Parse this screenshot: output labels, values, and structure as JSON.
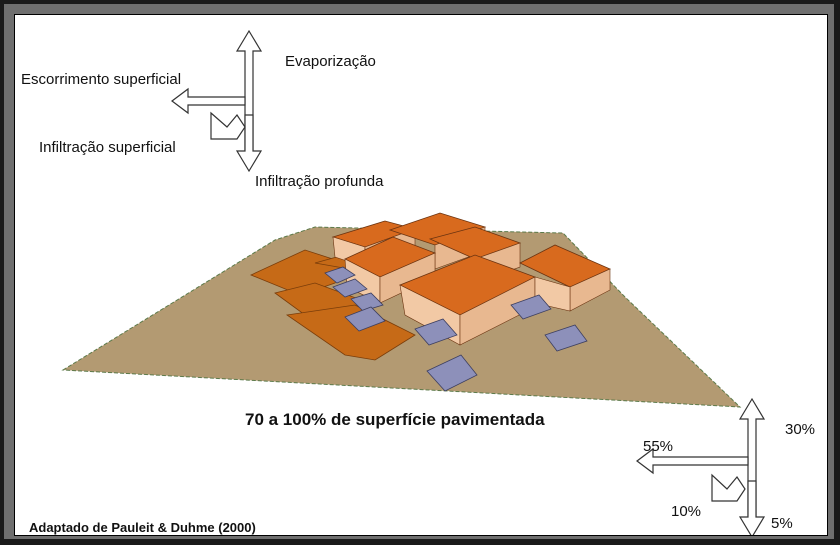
{
  "labels": {
    "evaporation": "Evaporização",
    "surface_runoff": "Escorrimento superficial",
    "surface_infiltration": "Infiltração superficial",
    "deep_infiltration": "Infiltração profunda"
  },
  "caption": "70 a 100% de superfície pavimentada",
  "percentages": {
    "evaporation": "30%",
    "runoff": "55%",
    "shallow_infiltration": "10%",
    "deep_infiltration": "5%"
  },
  "credit": "Adaptado de Pauleit & Duhme (2000)",
  "colors": {
    "ground": "#b39a72",
    "pavement": "#c66a17",
    "roof": "#d86a1e",
    "wall": "#f2c9a5",
    "car": "#8d90ba",
    "frame": "#6f6f6f"
  }
}
